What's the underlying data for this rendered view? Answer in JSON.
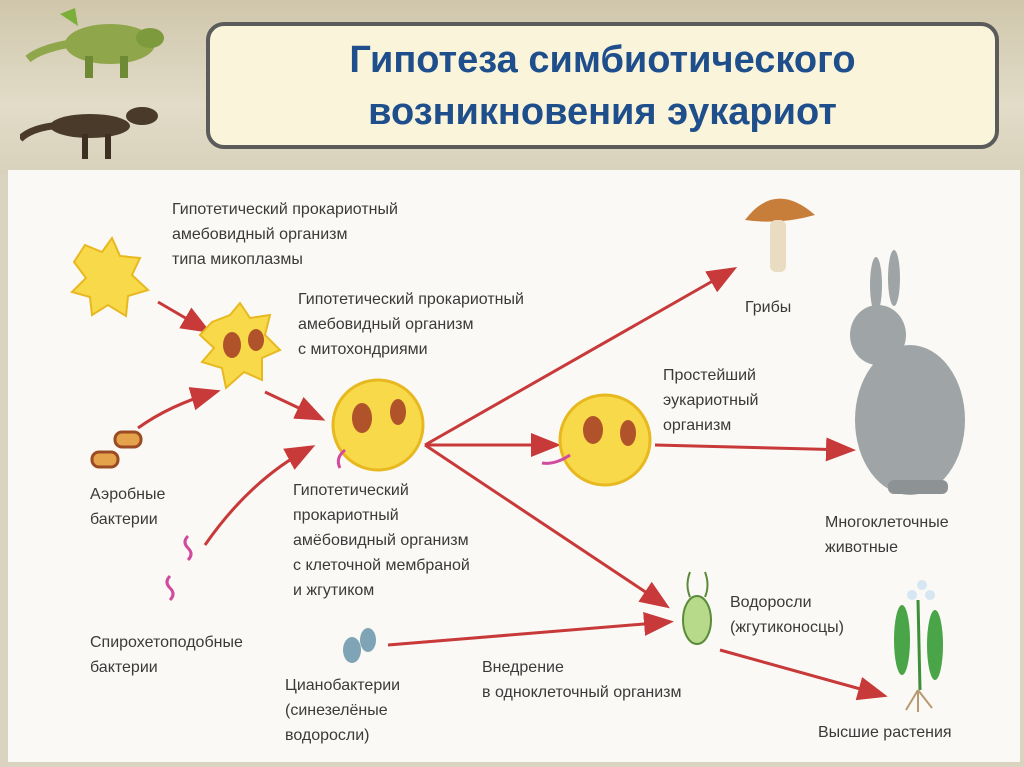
{
  "title": {
    "line1": "Гипотеза симбиотического",
    "line2": "возникновения эукариот"
  },
  "labels": {
    "mycoplasma": [
      "Гипотетический прокариотный",
      "амебовидный организм",
      "типа микоплазмы"
    ],
    "mito_organism": [
      "Гипотетический прокариотный",
      "амебовидный организм",
      "с митохондриями"
    ],
    "aerobic": [
      "Аэробные",
      "бактерии"
    ],
    "spirochete": [
      "Спирохетоподобные",
      "бактерии"
    ],
    "cyano": [
      "Цианобактерии",
      "(синезелёные",
      "водоросли)"
    ],
    "membrane_organism": [
      "Гипотетический",
      "прокариотный",
      "амёбовидный организм",
      "с клеточной мембраной",
      "и жгутиком"
    ],
    "protist": [
      "Простейший",
      "эукариотный",
      "организм"
    ],
    "fungi": "Грибы",
    "animals": [
      "Многоклеточные",
      "животные"
    ],
    "algae": [
      "Водоросли",
      "(жгутиконосцы)"
    ],
    "introduction": [
      "Внедрение",
      "в одноклеточный организм"
    ],
    "plants": "Высшие растения"
  },
  "colors": {
    "title": "#1f4e8c",
    "arrow": "#c8393a",
    "cell": "#f7d94a",
    "mitochondria": "#b0532a"
  }
}
